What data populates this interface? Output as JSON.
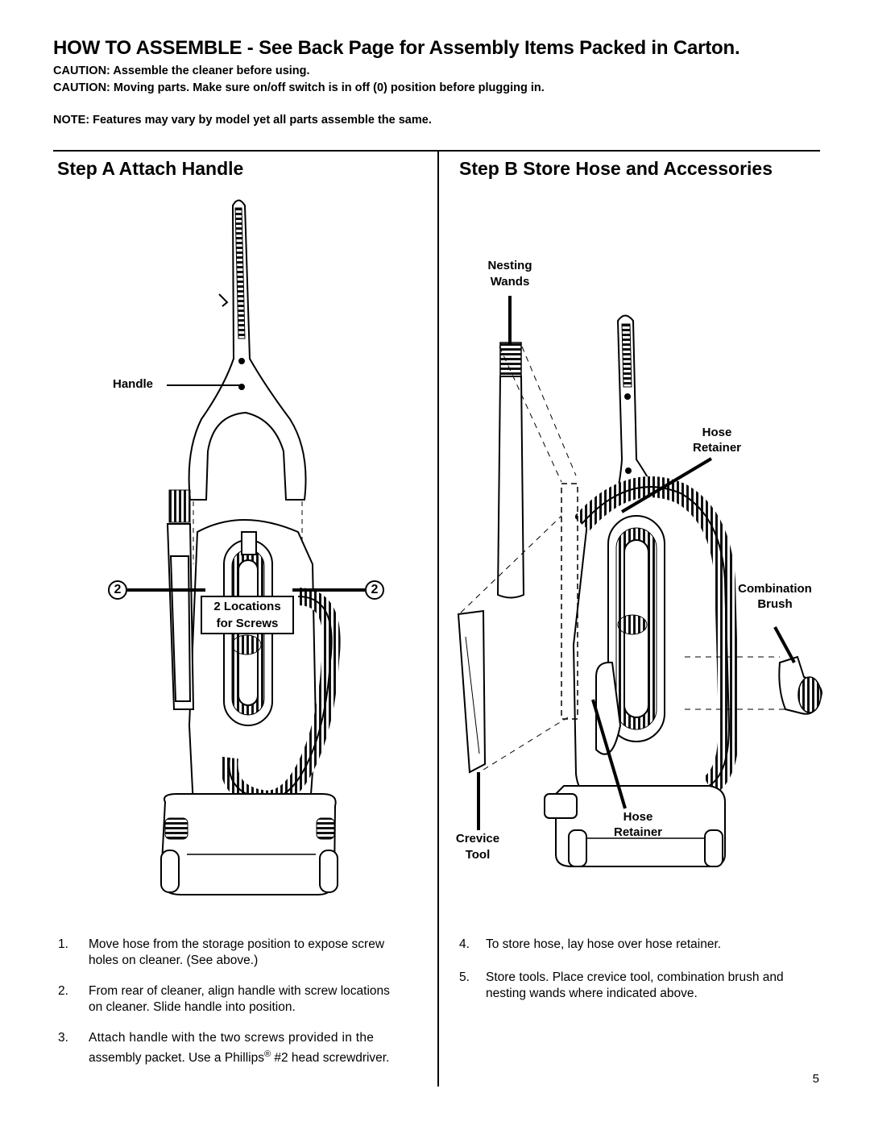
{
  "header": {
    "title": "HOW TO ASSEMBLE - See Back Page for Assembly Items Packed in Carton.",
    "caution_1": "CAUTION:  Assemble the cleaner before using.",
    "caution_2": "CAUTION:  Moving parts. Make sure on/off switch is in off (0) position before plugging in.",
    "note": "NOTE:  Features may vary by model yet all parts assemble the same."
  },
  "step_a": {
    "heading": "Step A  Attach Handle",
    "labels": {
      "handle": "Handle",
      "left_number": "2",
      "right_number": "2",
      "screw_locations_line1": "2 Locations",
      "screw_locations_line2": "for Screws"
    },
    "instructions": [
      {
        "num": "1.",
        "line1": "Move hose from the storage position to expose screw",
        "line2": "holes on cleaner. (See above.)"
      },
      {
        "num": "2.",
        "line1": "From rear of cleaner, align handle with screw locations",
        "line2": "on cleaner. Slide handle into position."
      },
      {
        "num": "3.",
        "line1": "Attach handle with the two screws provided in the",
        "line2_pre": "assembly packet. Use a Phillips",
        "line2_mark": "®",
        "line2_post": " #2 head screwdriver."
      }
    ]
  },
  "step_b": {
    "heading": "Step B Store Hose and Accessories",
    "labels": {
      "nesting_wands_1": "Nesting",
      "nesting_wands_2": "Wands",
      "hose_retainer_top_1": "Hose",
      "hose_retainer_top_2": "Retainer",
      "combination_brush_1": "Combination",
      "combination_brush_2": "Brush",
      "crevice_tool_1": "Crevice",
      "crevice_tool_2": "Tool",
      "hose_retainer_bottom_1": "Hose",
      "hose_retainer_bottom_2": "Retainer"
    },
    "instructions": [
      {
        "num": "4.",
        "line1": "To store hose, lay hose over hose retainer."
      },
      {
        "num": "5.",
        "line1": "Store tools. Place crevice tool, combination brush and",
        "line2": "nesting wands where indicated above."
      }
    ]
  },
  "footer": {
    "page_number": "5"
  }
}
